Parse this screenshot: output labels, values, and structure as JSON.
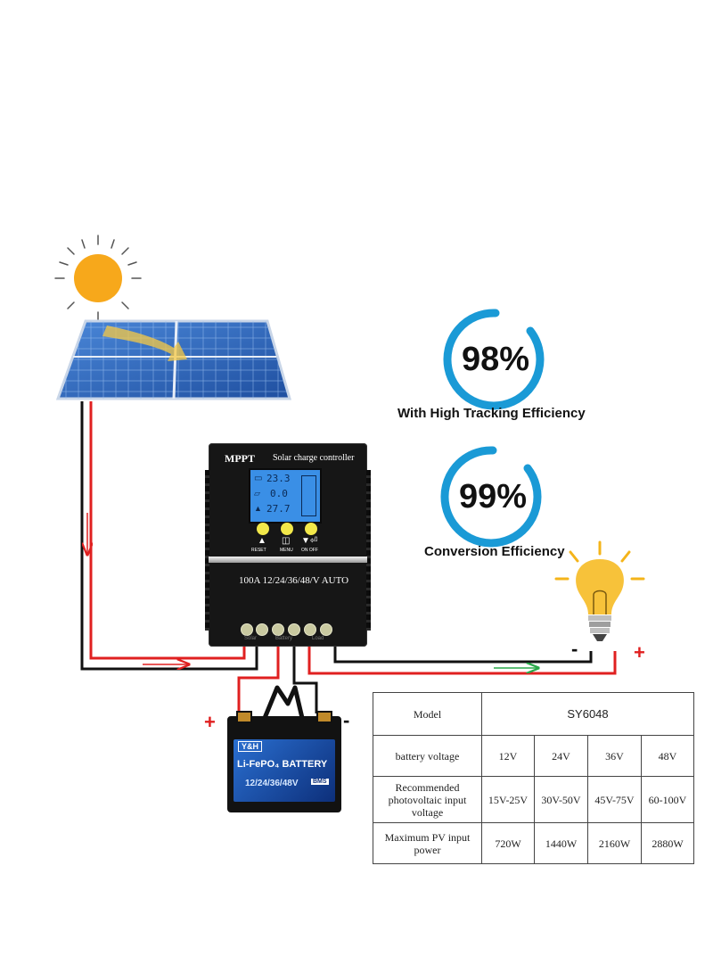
{
  "efficiency": [
    {
      "value": "98%",
      "label": "With High Tracking Efficiency",
      "color": "#1a9ad6"
    },
    {
      "value": "99%",
      "label": "Conversion Efficiency",
      "color": "#1a9ad6"
    }
  ],
  "controller": {
    "brand": "MPPT",
    "title": "Solar charge controller",
    "lcd_rows": [
      "23.3",
      "0.0",
      "27.7"
    ],
    "buttons": [
      {
        "icon": "up-arrow-icon",
        "label": "RESET"
      },
      {
        "icon": "menu-icon",
        "label": "MENU"
      },
      {
        "icon": "down-arrow-icon",
        "label": "ON OFF"
      }
    ],
    "rating": "100A 12/24/36/48/V AUTO",
    "terminal_labels": [
      "Solar",
      "Battery",
      "Load"
    ]
  },
  "battery": {
    "brand": "Y&H",
    "name": "Li-FePO₄ BATTERY",
    "voltage": "12/24/36/48V",
    "bms": "BMS"
  },
  "polarity": {
    "plus": "+",
    "minus": "-"
  },
  "colors": {
    "positive_wire": "#e02020",
    "negative_wire": "#111111",
    "load_flow_arrow": "#2aa84a"
  },
  "spec_table": {
    "model_label": "Model",
    "model_value": "SY6048",
    "rows": [
      {
        "label": "battery voltage",
        "values": [
          "12V",
          "24V",
          "36V",
          "48V"
        ]
      },
      {
        "label": "Recommended photovoltaic input voltage",
        "values": [
          "15V-25V",
          "30V-50V",
          "45V-75V",
          "60-100V"
        ]
      },
      {
        "label": "Maximum PV input power",
        "values": [
          "720W",
          "1440W",
          "2160W",
          "2880W"
        ]
      }
    ]
  }
}
